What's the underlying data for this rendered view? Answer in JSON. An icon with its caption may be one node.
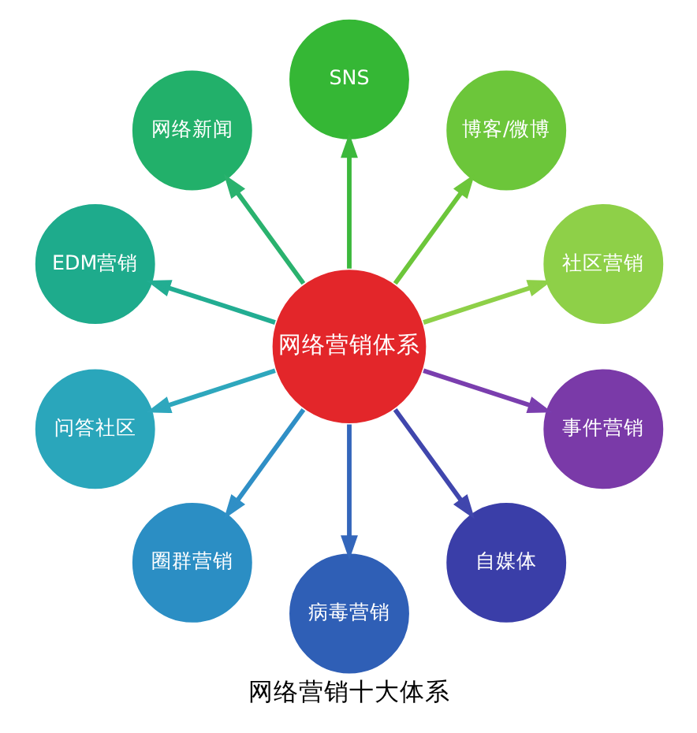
{
  "diagram": {
    "caption": "网络营销十大体系",
    "nodes": [
      {
        "text": [
          "网络营销体系"
        ]
      },
      {
        "text": [
          "社区营销"
        ]
      },
      {
        "text": [
          "博客/微博"
        ]
      },
      {
        "text": [
          "SNS"
        ]
      },
      {
        "text": [
          "网络新闻"
        ]
      },
      {
        "text": [
          "EDM营销"
        ]
      },
      {
        "text": [
          "问答社区"
        ]
      },
      {
        "text": [
          "圈群营销"
        ]
      },
      {
        "text": [
          "病毒营销"
        ]
      },
      {
        "text": [
          "自媒体"
        ]
      },
      {
        "text": [
          "事件营销"
        ]
      }
    ],
    "edges": [
      {
        "from": 0,
        "to": 1,
        "arrow": "to",
        "color": "#8ed048"
      },
      {
        "from": 0,
        "to": 2,
        "arrow": "to",
        "color": "#6cc63a"
      },
      {
        "from": 0,
        "to": 3,
        "arrow": "to",
        "color": "#3cb83c"
      },
      {
        "from": 0,
        "to": 4,
        "arrow": "to",
        "color": "#2ab26e"
      },
      {
        "from": 0,
        "to": 5,
        "arrow": "to",
        "color": "#22ad92"
      },
      {
        "from": 0,
        "to": 6,
        "arrow": "to",
        "color": "#2ea7bd"
      },
      {
        "from": 0,
        "to": 7,
        "arrow": "to",
        "color": "#2f8fc6"
      },
      {
        "from": 0,
        "to": 8,
        "arrow": "to",
        "color": "#3366bb"
      },
      {
        "from": 0,
        "to": 9,
        "arrow": "to",
        "color": "#4046ad"
      },
      {
        "from": 0,
        "to": 10,
        "arrow": "to",
        "color": "#7a3eae"
      }
    ]
  }
}
